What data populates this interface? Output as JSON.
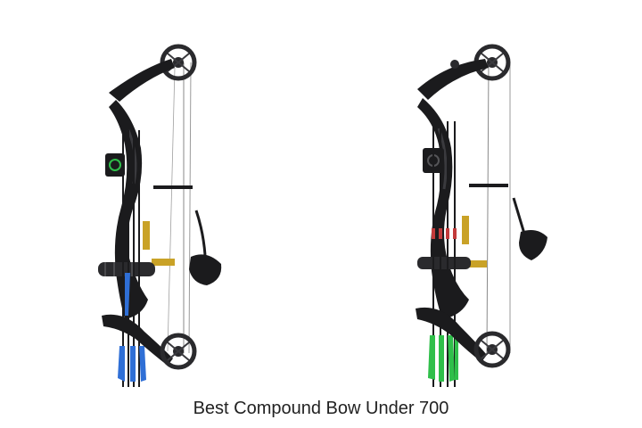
{
  "caption": "Best Compound Bow Under 700",
  "colors": {
    "background": "#ffffff",
    "bow_body": "#1b1b1d",
    "bow_highlight": "#3a3a3e",
    "string": "#8a8a8a",
    "cam": "#2a2a2d",
    "accent_gold": "#c9a227",
    "arrow_fletch_blue": "#2f6fd6",
    "arrow_fletch_green": "#2fbf4a",
    "arrow_band_red": "#c23b3b",
    "caption_text": "#222222"
  },
  "images": [
    {
      "subject": "compound-bow-blue-fletching"
    },
    {
      "subject": "compound-bow-green-fletching"
    }
  ]
}
